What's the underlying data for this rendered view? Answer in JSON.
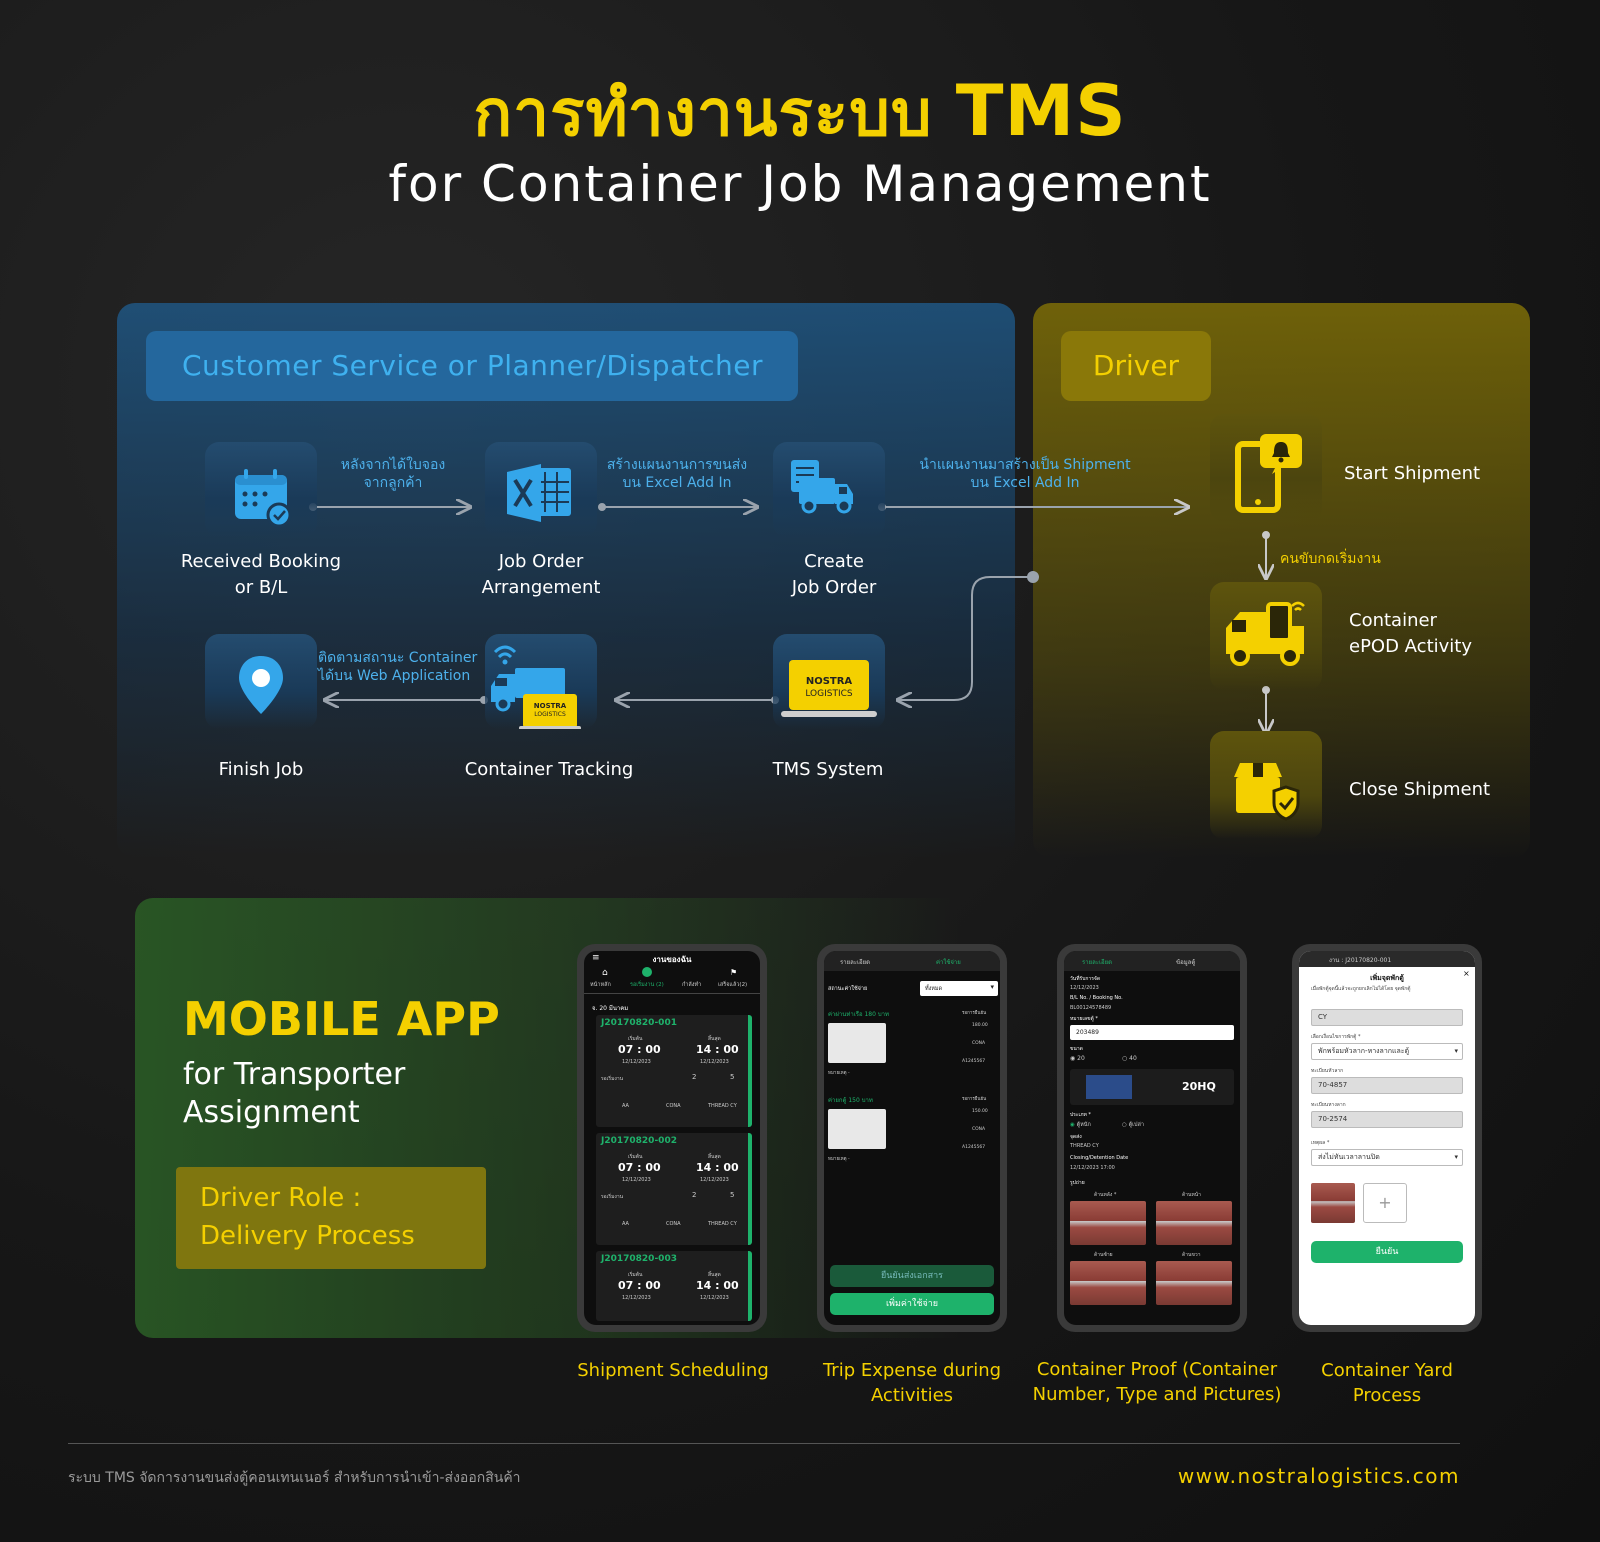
{
  "header": {
    "title_th": "การทำงานระบบ",
    "title_accent": "TMS",
    "subtitle": "for Container Job Management"
  },
  "customer_service": {
    "header": "Customer Service or Planner/Dispatcher",
    "steps": [
      {
        "label_1": "Received Booking",
        "label_2": "or B/L",
        "icon": "calendar-check-icon"
      },
      {
        "label_1": "Job Order",
        "label_2": "Arrangement",
        "icon": "excel-icon"
      },
      {
        "label_1": "Create",
        "label_2": "Job Order",
        "icon": "truck-document-icon"
      },
      {
        "label_1": "TMS System",
        "icon": "laptop-icon"
      },
      {
        "label_1": "Container Tracking",
        "icon": "tracking-truck-icon"
      },
      {
        "label_1": "Finish Job",
        "icon": "map-pin-icon"
      }
    ],
    "notes": {
      "after_booking_1": "หลังจากได้ใบจอง",
      "after_booking_2": "จากลูกค้า",
      "plan_excel_1": "สร้างแผนงานการขนส่ง",
      "plan_excel_2": "บน Excel Add In",
      "to_shipment_1": "นำแผนงานมาสร้างเป็น Shipment",
      "to_shipment_2": "บน Excel Add In",
      "tracking_1": "ติดตามสถานะ Container",
      "tracking_2": "ได้บน Web Application"
    },
    "laptop_brand_1": "NOSTRA",
    "laptop_brand_2": "LOGISTICS",
    "truck_brand_1": "NOSTRA",
    "truck_brand_2": "LOGISTICS"
  },
  "driver": {
    "header": "Driver",
    "steps": [
      {
        "label_1": "Start Shipment",
        "icon": "phone-bell-icon"
      },
      {
        "label_1": "Container",
        "label_2": "ePOD Activity",
        "icon": "truck-phone-icon"
      },
      {
        "label_1": "Close Shipment",
        "icon": "box-shield-icon"
      }
    ],
    "note_start": "คนขับกดเริ่มงาน"
  },
  "mobile": {
    "title": "MOBILE APP",
    "subtitle_1": "for Transporter",
    "subtitle_2": "Assignment",
    "role_1": "Driver Role :",
    "role_2": "Delivery Process",
    "captions": [
      {
        "line_1": "Shipment Scheduling"
      },
      {
        "line_1": "Trip Expense during",
        "line_2": "Activities"
      },
      {
        "line_1": "Container Proof (Container",
        "line_2": "Number, Type and Pictures)"
      },
      {
        "line_1": "Container Yard",
        "line_2": "Process"
      }
    ],
    "phone1": {
      "title": "งานของฉัน",
      "tabs": [
        "หน้าหลัก",
        "รอเริ่มงาน (2)",
        "กำลังทำ",
        "เสร็จแล้ว(2)"
      ],
      "date": "จ. 20 มีนาคม",
      "jobs": [
        {
          "id": "J20170820-001",
          "start": "07 : 00",
          "end": "14 : 00",
          "date": "12/12/2023"
        },
        {
          "id": "J20170820-002",
          "start": "07 : 00",
          "end": "14 : 00",
          "date": "12/12/2023"
        },
        {
          "id": "J20170820-003",
          "start": "07 : 00",
          "end": "14 : 00",
          "date": "12/12/2023"
        }
      ],
      "start_label": "เริ่มต้น",
      "end_label": "สิ้นสุด",
      "waiting": "รอเริ่มงาน",
      "count_a": "2",
      "count_b": "5",
      "stop_a": "AA",
      "stop_b": "CONA",
      "stop_c": "THREAD CY"
    },
    "phone2": {
      "tabs": [
        "รายละเอียด",
        "ค่าใช้จ่าย"
      ],
      "filter_label": "สถานะค่าใช้จ่าย",
      "filter_value": "ทั้งหมด",
      "section_1": "ค่าผ่านท่าเรือ 180 บาท",
      "section_2": "ค่ายกตู้ 150 บาท",
      "status": "รอการยืนยัน",
      "amount_1": "180.00",
      "amount_2": "150.00",
      "place": "CONA",
      "ref": "A1245567",
      "remark": "หมายเหตุ -",
      "btn_docs": "ยืนยันส่งเอกสาร",
      "btn_add": "เพิ่มค่าใช้จ่าย"
    },
    "phone3": {
      "tabs": [
        "รายละเอียด",
        "ข้อมูลตู้"
      ],
      "date_label": "วันที่รับการจัด",
      "date": "12/12/2023",
      "booking_label": "B/L No. / Booking No.",
      "booking": "BL00124578489",
      "container_label": "หมายเลขตู้ *",
      "container_no": "203489",
      "size_label": "ขนาด",
      "size_20": "20",
      "size_40": "40",
      "container_type": "20HQ",
      "type_label": "ประเภท *",
      "type_full": "ตู้หนัก",
      "type_empty": "ตู้เปล่า",
      "place_label": "จุดส่ง",
      "place": "THREAD CY",
      "closing_label": "Closing/Detention Date",
      "closing": "12/12/2023 17:00",
      "photo_label": "รูปถ่าย",
      "photo_back": "ด้านหลัง *",
      "photo_front": "ด้านหน้า",
      "photo_left": "ด้านซ้าย",
      "photo_right": "ด้านขวา"
    },
    "phone4": {
      "job": "งาน : J20170820-001",
      "title": "เพิ่มจุดพักตู้",
      "desc": "เมื่อพักตู้จุดนี้แล้วจะถูกยกเลิกไม่ได้โดย จุดพักตู้",
      "yard": "CY",
      "reason_label": "เลือกเงื่อนไขการพักตู้ *",
      "reason": "พักพร้อมหัวลาก-หางลากและตู้",
      "head_label": "ทะเบียนหัวลาก",
      "head": "70-4857",
      "tail_label": "ทะเบียนหางลาก",
      "tail": "70-2574",
      "cause_label": "เหตุผล *",
      "cause": "ส่งไม่ทันเวลาลานปิด",
      "confirm": "ยืนยัน",
      "close": "×",
      "plus": "+"
    }
  },
  "footer": {
    "left": "ระบบ TMS จัดการงานขนส่งตู้คอนเทนเนอร์ สำหรับการนำเข้า-ส่งออกสินค้า",
    "right": "www.nostralogistics.com"
  },
  "colors": {
    "accent_yellow": "#f4d000",
    "cs_blue": "#24679d",
    "cs_text": "#3fb1ef",
    "driver_olive": "#8a7809",
    "app_green": "#1eb26b"
  }
}
